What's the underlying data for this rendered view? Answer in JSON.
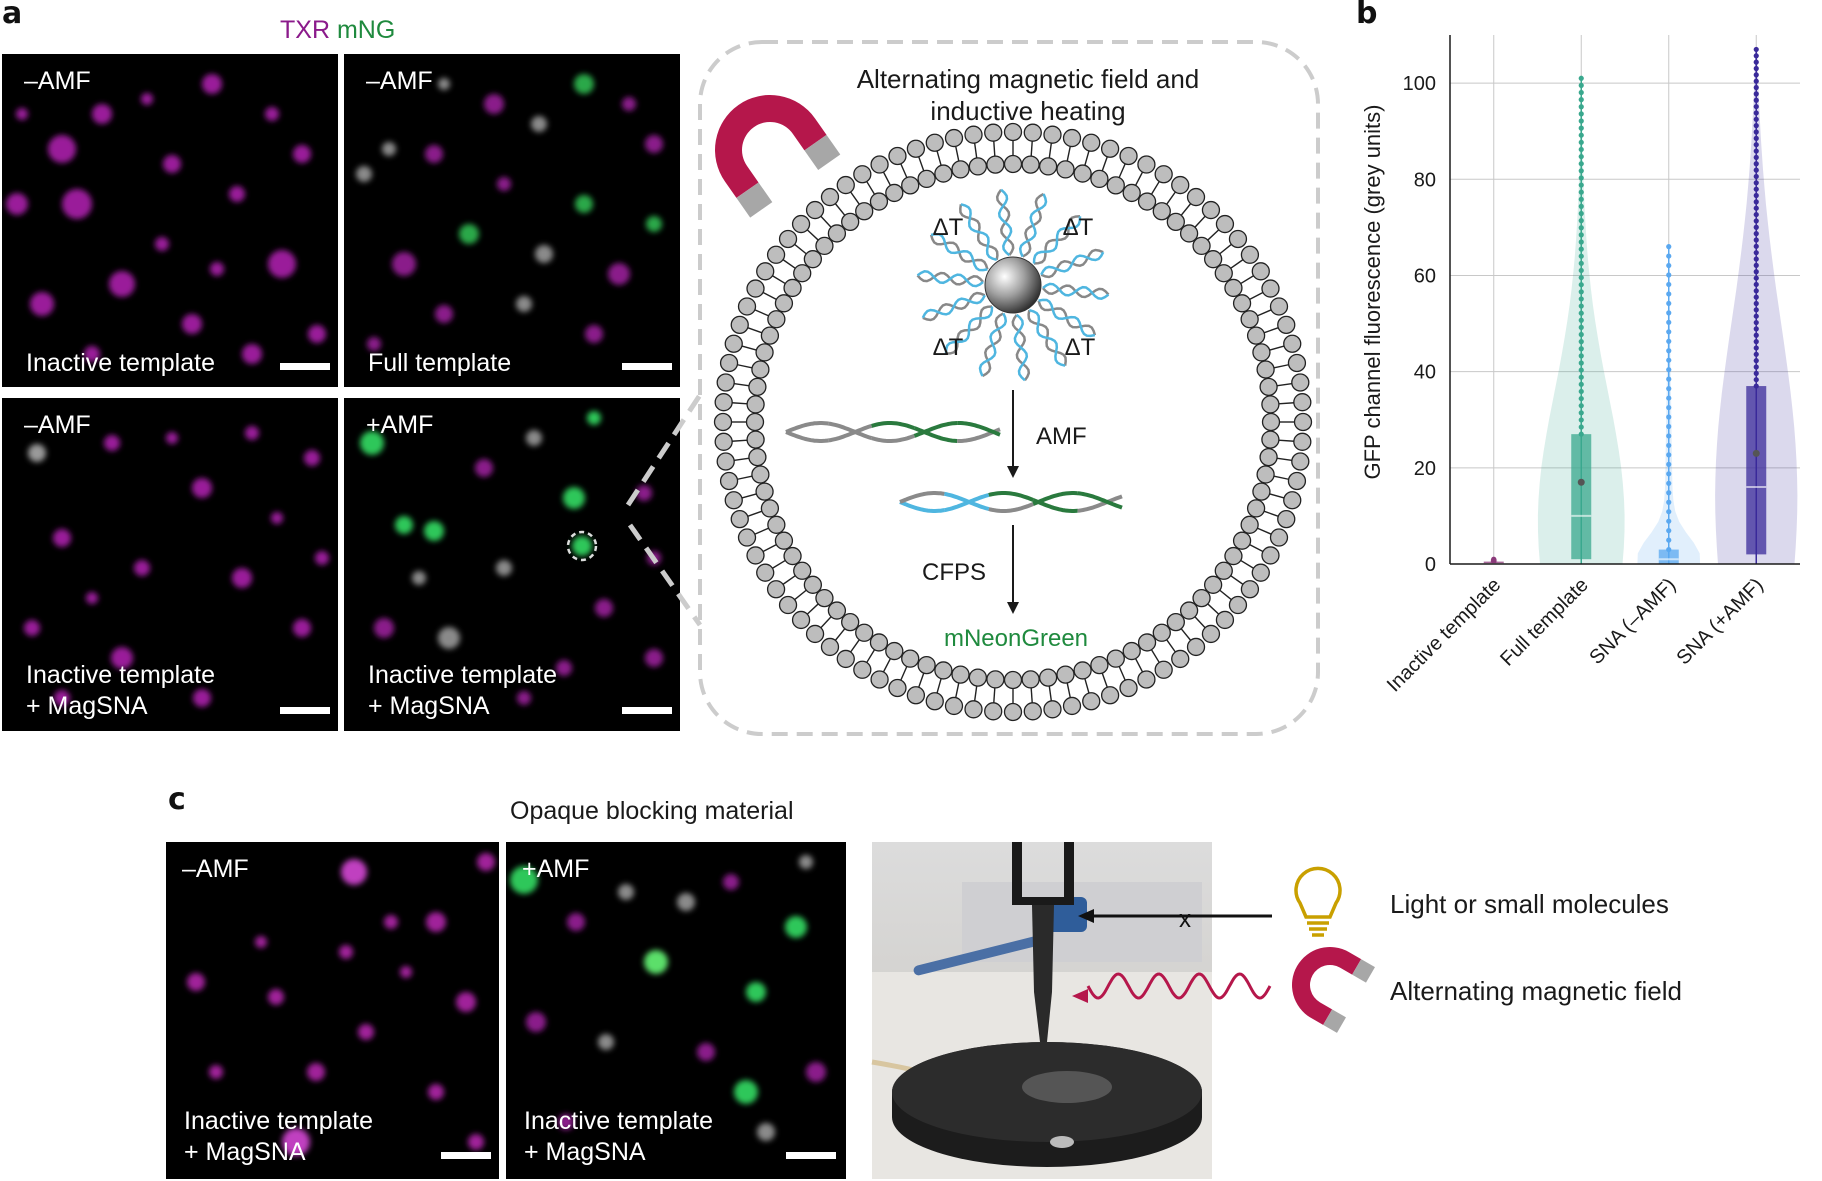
{
  "panel_labels": {
    "a": "a",
    "b": "b",
    "c": "c"
  },
  "channels": {
    "txr": "TXR",
    "mng": "mNG"
  },
  "colors": {
    "txr_magenta": "#8b1a8b",
    "mng_green": "#1f8a3e",
    "magnet_red": "#b5174b",
    "inactive": "#8b3a7a",
    "full": "#3aa88e",
    "sna_minus": "#5aa8f0",
    "sna_plus": "#3a2a9a",
    "bulb_gold": "#c9a000"
  },
  "panel_a": {
    "tiles": [
      {
        "top": "–AMF",
        "bottom": [
          "Inactive template"
        ]
      },
      {
        "top": "–AMF",
        "bottom": [
          "Full template"
        ]
      },
      {
        "top": "–AMF",
        "bottom": [
          "Inactive template",
          "+ MagSNA"
        ]
      },
      {
        "top": "+AMF",
        "bottom": [
          "Inactive template",
          "+ MagSNA"
        ]
      }
    ],
    "schematic": {
      "title_line1": "Alternating magnetic field and",
      "title_line2": "inductive heating",
      "delta_t": "ΔT",
      "amf": "AMF",
      "cfps": "CFPS",
      "product": "mNeonGreen"
    }
  },
  "chart_data": {
    "type": "violin",
    "ylabel": "GFP channel fluorescence (grey units)",
    "ylim": [
      0,
      110
    ],
    "yticks": [
      0,
      20,
      40,
      60,
      80,
      100
    ],
    "categories": [
      "Inactive template",
      "Full template",
      "SNA (–AMF)",
      "SNA (+AMF)"
    ],
    "series": [
      {
        "category": "Inactive template",
        "q1": 0,
        "median": 0,
        "q3": 0.5,
        "max": 1
      },
      {
        "category": "Full template",
        "q1": 1,
        "median": 10,
        "q3": 27,
        "mean": 17,
        "max": 101
      },
      {
        "category": "SNA (–AMF)",
        "q1": 0,
        "median": 1,
        "q3": 3,
        "max": 66
      },
      {
        "category": "SNA (+AMF)",
        "q1": 2,
        "median": 16,
        "q3": 37,
        "mean": 23,
        "max": 107
      }
    ],
    "grid": true
  },
  "panel_c": {
    "title": "Opaque blocking material",
    "tiles": [
      {
        "top": "–AMF",
        "bottom": [
          "Inactive template",
          "+ MagSNA"
        ]
      },
      {
        "top": "+AMF",
        "bottom": [
          "Inactive template",
          "+ MagSNA"
        ]
      }
    ],
    "blocked_mark": "x",
    "legend": {
      "light": "Light or small molecules",
      "amf": "Alternating magnetic field"
    }
  }
}
